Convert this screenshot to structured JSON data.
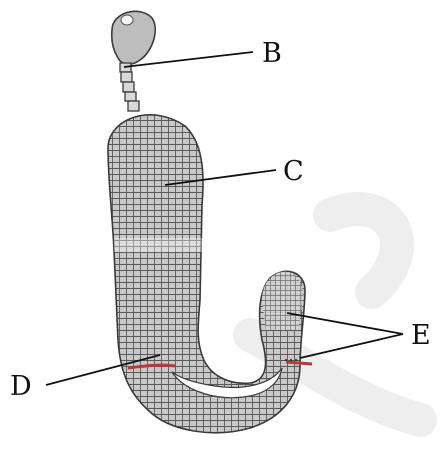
{
  "diagram": {
    "labels": {
      "b": "B",
      "c": "C",
      "d": "D",
      "e": "E"
    },
    "colors": {
      "background": "#ffffff",
      "tissue_fill": "#c9c9c9",
      "cell_grid": "#5a5a5a",
      "outline": "#3a3a3a",
      "leader_line": "#111111",
      "highlight_band": "#b53a3a",
      "watermark": "#eaeaea"
    }
  }
}
